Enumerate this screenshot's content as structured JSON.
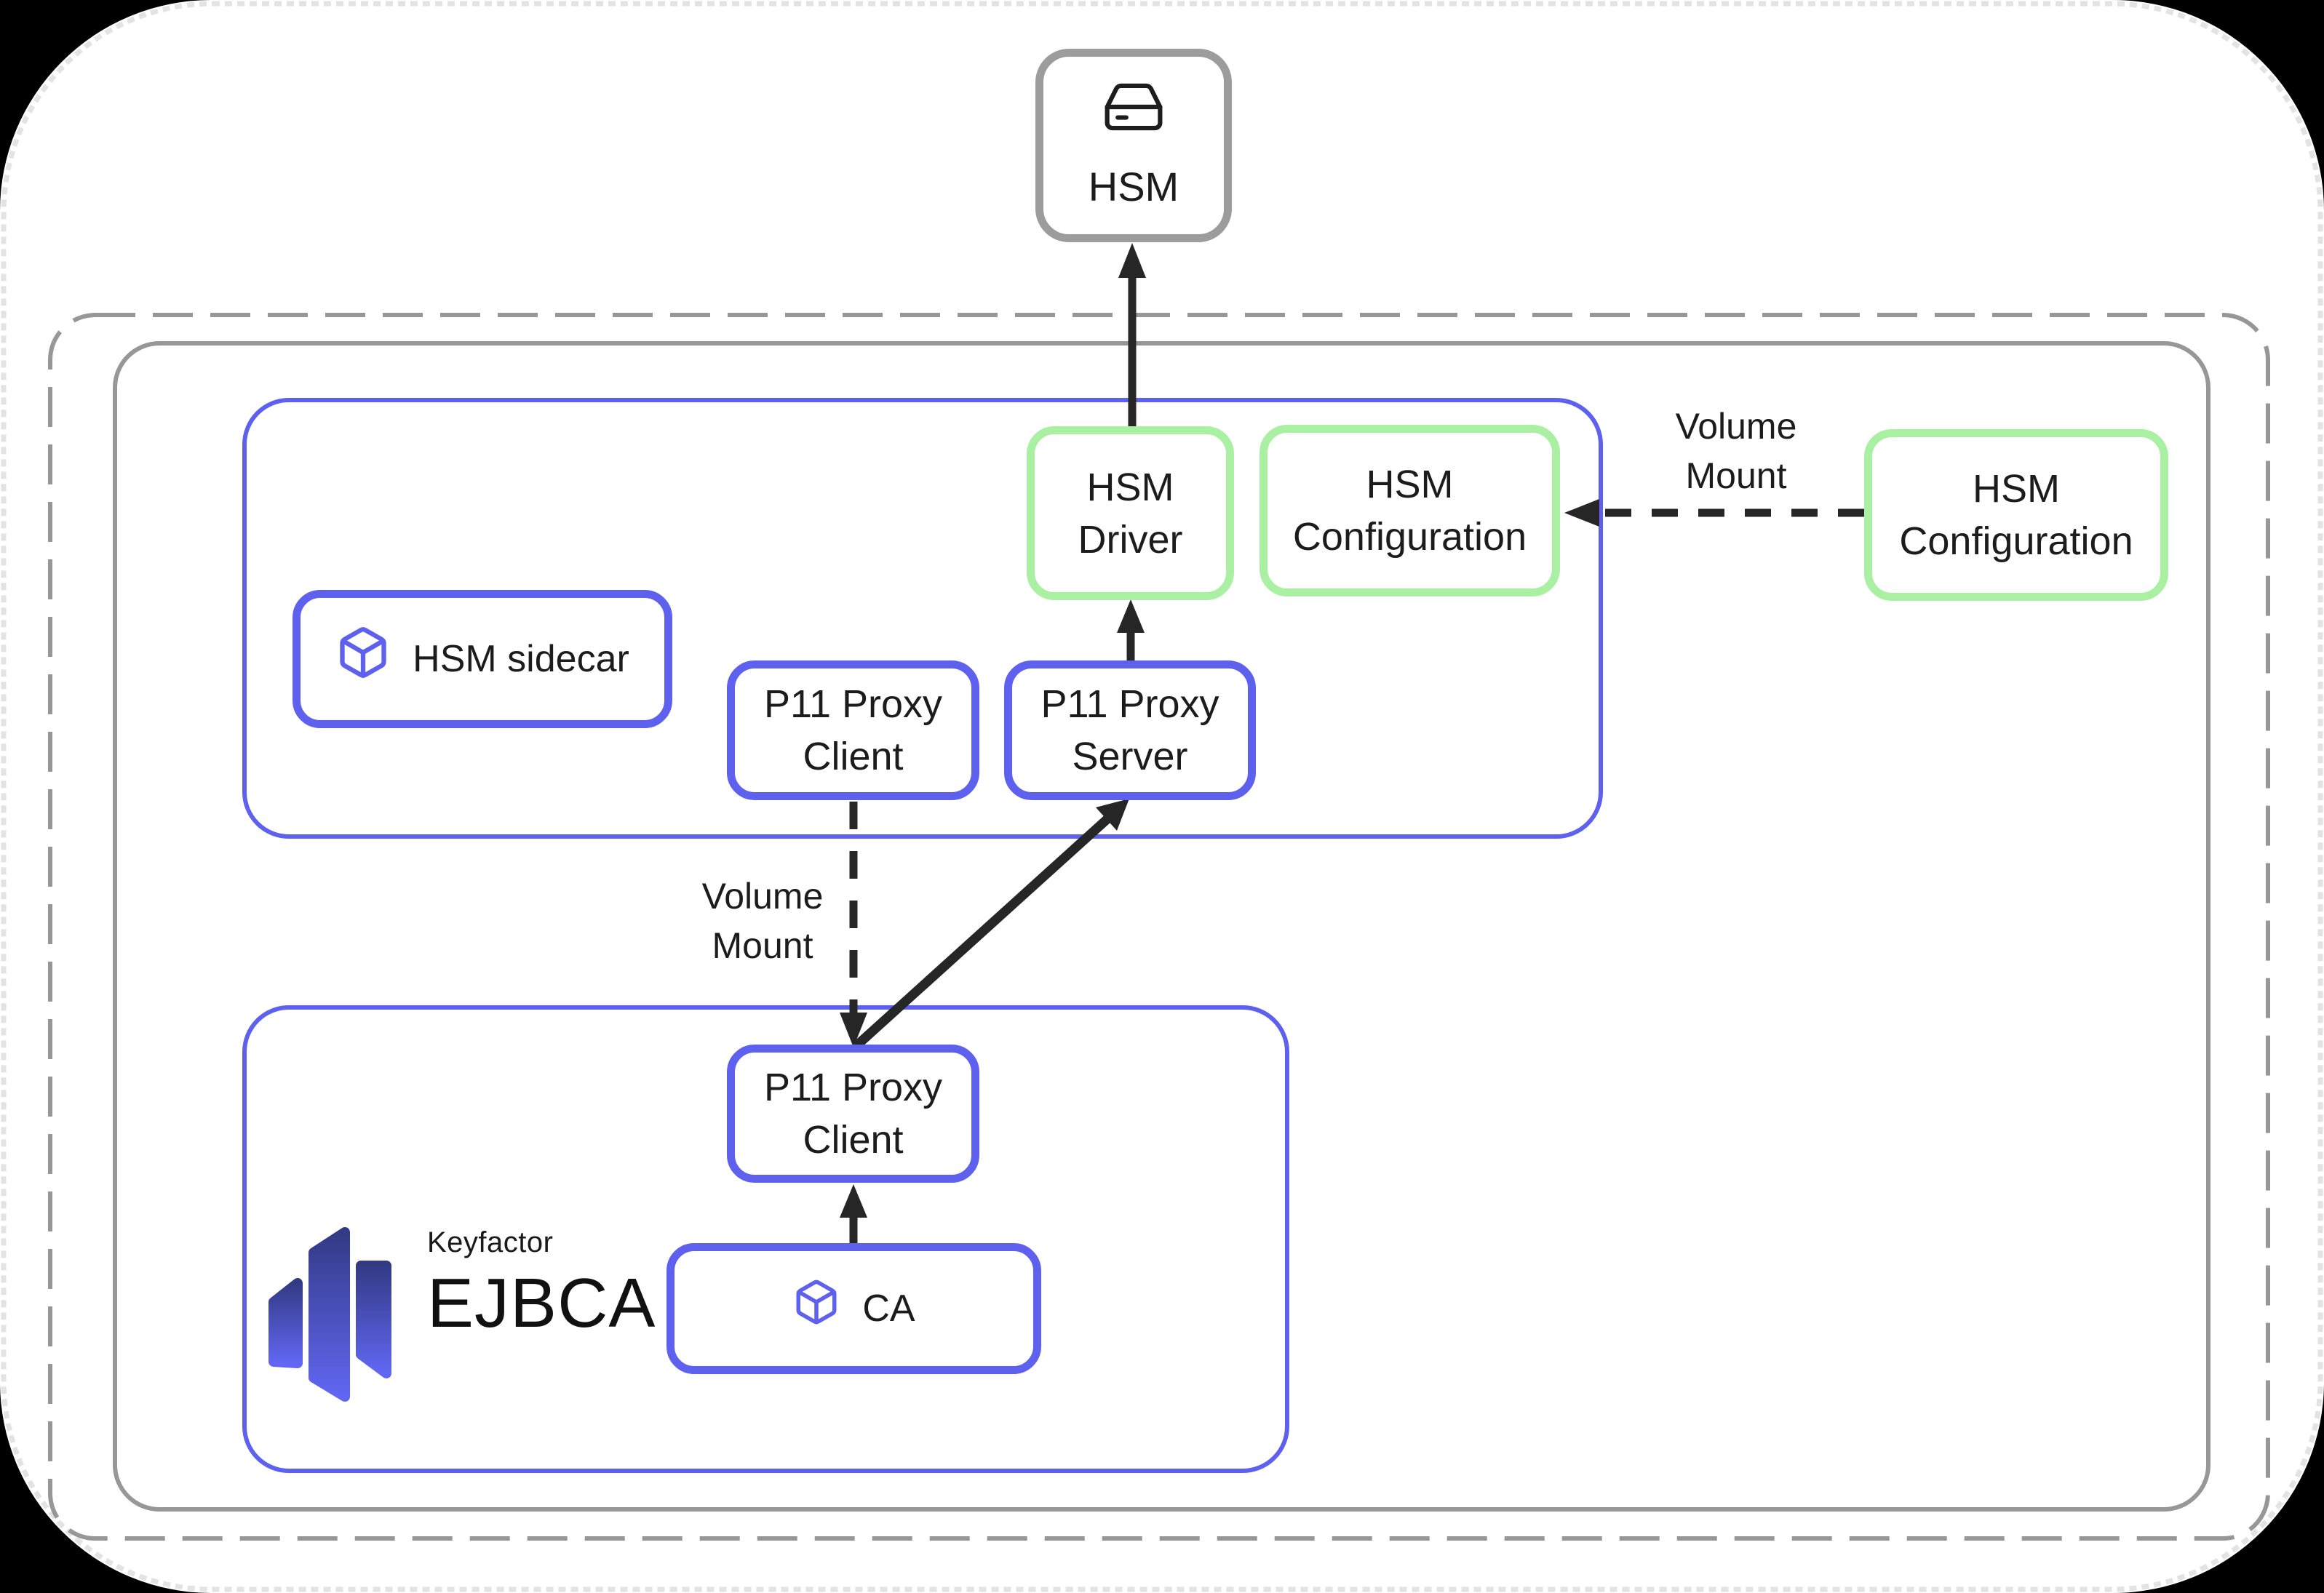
{
  "page": {
    "background": "#000000",
    "surface": "#ffffff"
  },
  "diagram": {
    "colors": {
      "blue": "#5e61ee",
      "green": "#a9f0a2",
      "container_gray": "#979797",
      "hsm_border_gray": "#9c9c9c",
      "arrow_black": "#262626",
      "text": "#1c1c1c",
      "logo_gradient_top": "#333a85",
      "logo_gradient_bottom": "#6167f2",
      "edge_dotted": "#e3e3e3"
    },
    "nodes": {
      "hsm": {
        "label": "HSM",
        "icon": "hard-drive-icon"
      },
      "hsm_sidecar": {
        "label": "HSM sidecar",
        "icon": "package-cube-icon"
      },
      "p11_proxy_client_sidecar": {
        "line1": "P11 Proxy",
        "line2": "Client"
      },
      "p11_proxy_server": {
        "line1": "P11 Proxy",
        "line2": "Server"
      },
      "hsm_driver": {
        "line1": "HSM",
        "line2": "Driver"
      },
      "hsm_configuration_sidecar": {
        "line1": "HSM",
        "line2": "Configuration"
      },
      "hsm_configuration_external": {
        "line1": "HSM",
        "line2": "Configuration"
      },
      "p11_proxy_client_ejbca": {
        "line1": "P11 Proxy",
        "line2": "Client"
      },
      "ca": {
        "label": "CA",
        "icon": "package-cube-icon"
      }
    },
    "labels": {
      "volume_mount_external": {
        "line1": "Volume",
        "line2": "Mount"
      },
      "volume_mount_client": {
        "line1": "Volume",
        "line2": "Mount"
      }
    },
    "logo": {
      "brand": "Keyfactor",
      "product": "EJBCA"
    }
  }
}
